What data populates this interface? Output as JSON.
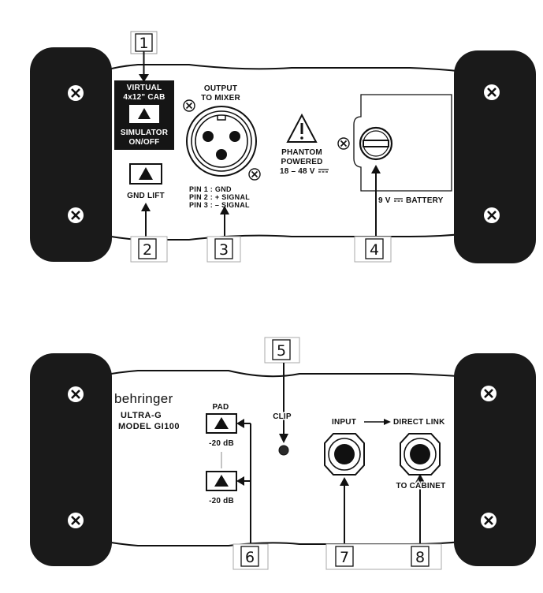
{
  "top_panel": {
    "callouts": [
      "1",
      "2",
      "3",
      "4"
    ],
    "simulator_switch": {
      "line1": "VIRTUAL",
      "line2": "4x12\" CAB",
      "line3": "SIMULATOR",
      "line4": "ON/OFF"
    },
    "gnd_lift_label": "GND LIFT",
    "output": {
      "line1": "OUTPUT",
      "line2": "TO MIXER"
    },
    "pins": [
      "PIN 1 : GND",
      "PIN 2 : + SIGNAL",
      "PIN 3 : – SIGNAL"
    ],
    "phantom": {
      "line1": "PHANTOM",
      "line2": "POWERED",
      "line3": "18 – 48 V"
    },
    "battery_label": "9 V",
    "battery_word": "BATTERY"
  },
  "bottom_panel": {
    "callouts": [
      "5",
      "6",
      "7",
      "8"
    ],
    "brand": "behringer",
    "model_line1": "ULTRA-G",
    "model_line2": "MODEL GI100",
    "pad_label": "PAD",
    "pad_values": [
      "-20 dB",
      "-20 dB"
    ],
    "clip_label": "CLIP",
    "input_label": "INPUT",
    "direct_link_label": "DIRECT LINK",
    "to_cabinet_label": "TO CABINET"
  }
}
